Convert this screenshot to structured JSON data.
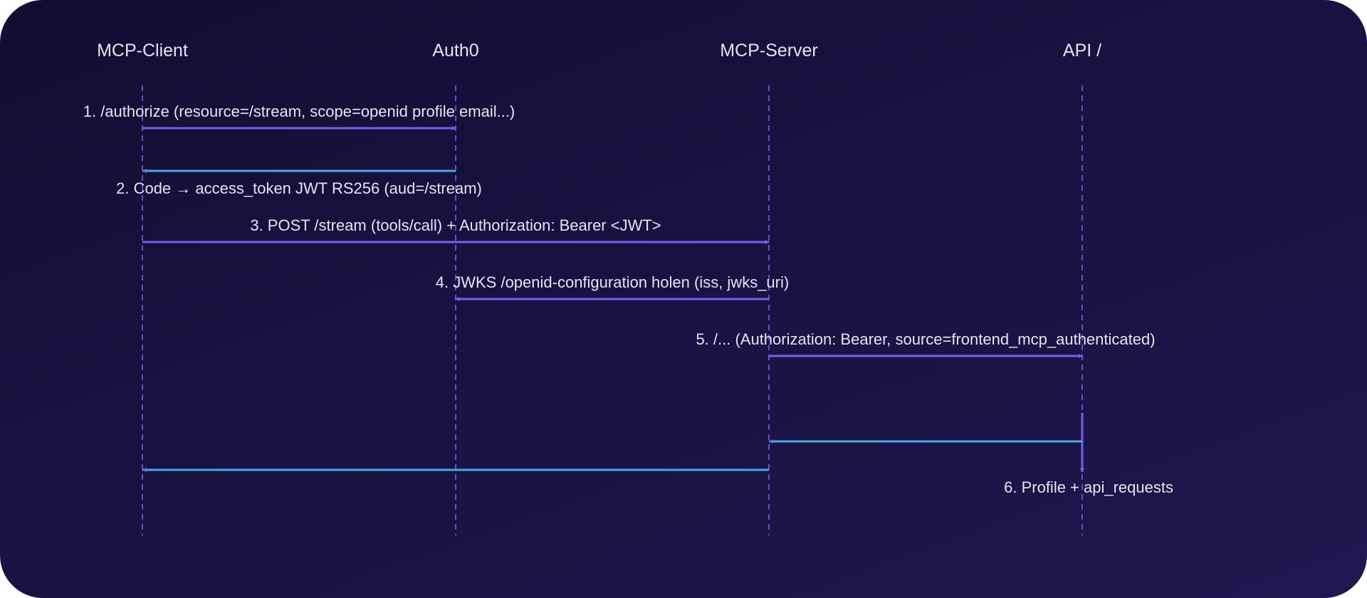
{
  "colors": {
    "lifeline": "#7b5cf0",
    "request_arrow": "#7b5cf0",
    "response_arrow": "#4ea6e6",
    "text": "#e6e3f2",
    "background": "#181242"
  },
  "participants": [
    {
      "id": "client",
      "label": "MCP-Client"
    },
    {
      "id": "auth0",
      "label": "Auth0"
    },
    {
      "id": "server",
      "label": "MCP-Server"
    },
    {
      "id": "api",
      "label": "API /"
    }
  ],
  "messages": [
    {
      "from": "client",
      "to": "auth0",
      "kind": "request",
      "label": "1. /authorize (resource=/stream, scope=openid profile email...)"
    },
    {
      "from": "auth0",
      "to": "client",
      "kind": "response",
      "label": "2. Code → access_token JWT RS256 (aud=/stream)"
    },
    {
      "from": "client",
      "to": "server",
      "kind": "request",
      "label": "3. POST /stream (tools/call) + Authorization: Bearer <JWT>"
    },
    {
      "from": "server",
      "to": "auth0",
      "kind": "request",
      "label": "4. JWKS /openid-configuration holen (iss, jwks_uri)"
    },
    {
      "from": "server",
      "to": "api",
      "kind": "request",
      "label": "5. /... (Authorization: Bearer, source=frontend_mcp_authenticated)"
    },
    {
      "from": "api",
      "to": "api",
      "kind": "self",
      "label": "6. Profile + api_requests"
    },
    {
      "from": "api",
      "to": "server",
      "kind": "response",
      "label": ""
    },
    {
      "from": "server",
      "to": "client",
      "kind": "response",
      "label": ""
    }
  ]
}
